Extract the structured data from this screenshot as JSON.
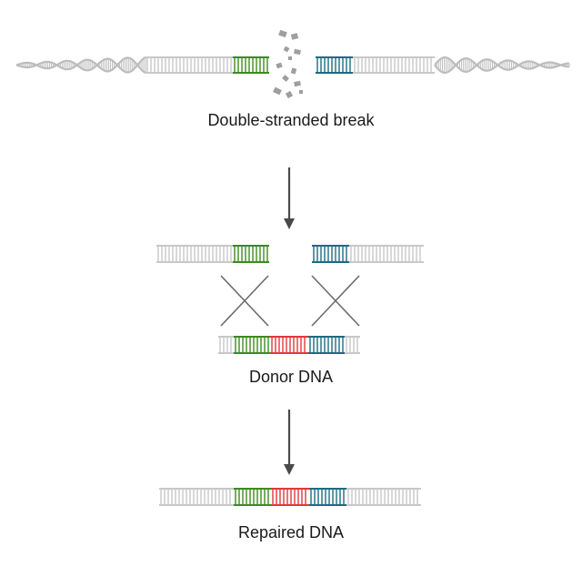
{
  "labels": {
    "break": "Double-stranded break",
    "donor": "Donor DNA",
    "repaired": "Repaired DNA"
  },
  "colors": {
    "backbone": "#c8c8c8",
    "rung": "#c8c8c8",
    "helix": "#bdbdbd",
    "left_homology": "#3d8b1f",
    "right_homology": "#1d6b80",
    "insert": "#e0393b",
    "arrow": "#4a4a4a",
    "cross": "#6b6b6b",
    "fragment": "#9e9e9e"
  }
}
